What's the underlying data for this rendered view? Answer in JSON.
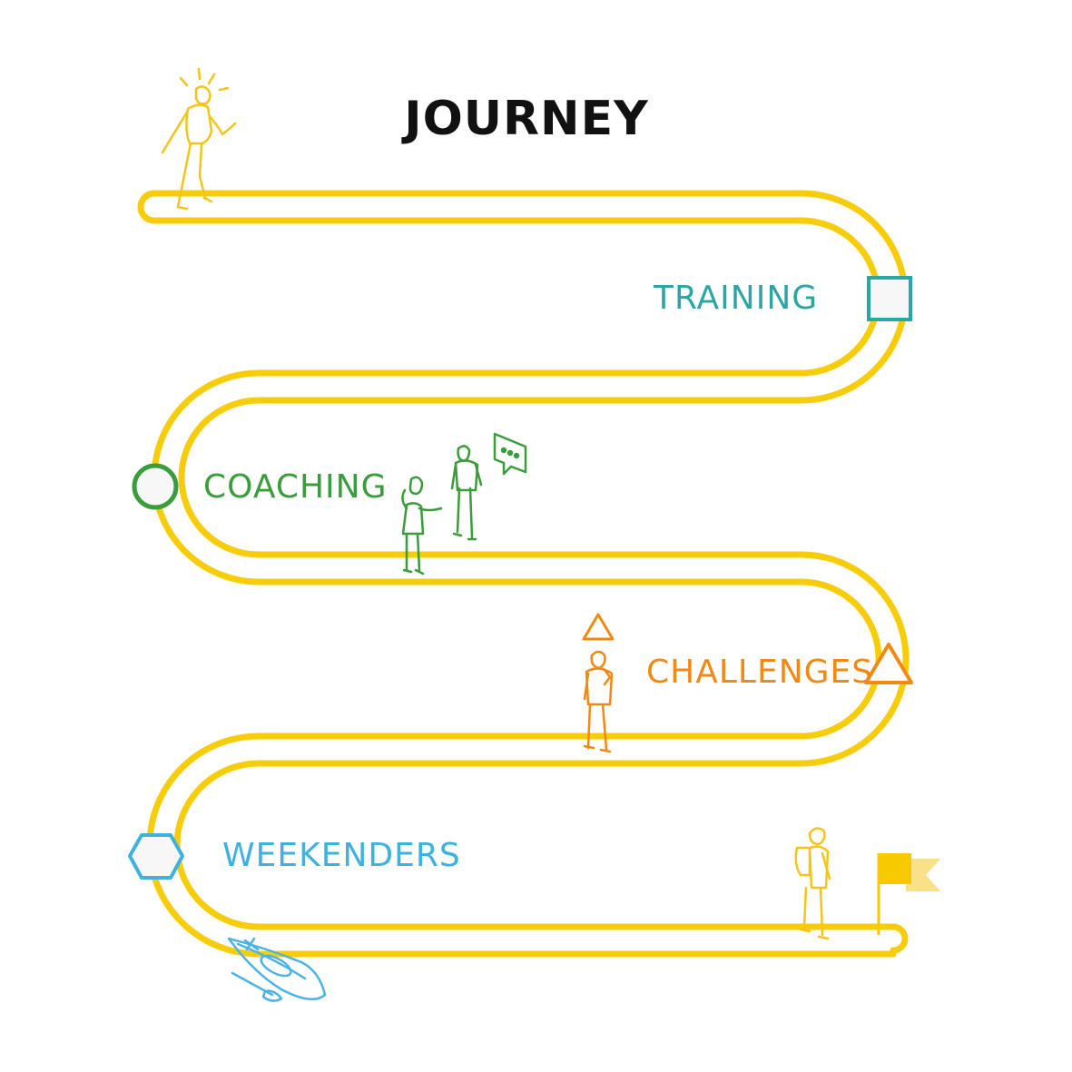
{
  "title": "Journey",
  "stages": [
    {
      "label": "Training",
      "marker": "square",
      "color": "#2aa7a5"
    },
    {
      "label": "Coaching",
      "marker": "circle",
      "color": "#3a9c3a"
    },
    {
      "label": "Challenges",
      "marker": "triangle",
      "color": "#ef8a14"
    },
    {
      "label": "Weekenders",
      "marker": "hexagon",
      "color": "#3fb1de"
    }
  ],
  "colors": {
    "road": "#f7cd0b",
    "start_figure": "#f3c51b",
    "finish_flag": "#f7c900",
    "kayak": "#4bb4e3",
    "title": "#111111"
  },
  "icons": [
    "walking-person-icon",
    "talking-people-icon",
    "speech-bubble-icon",
    "thinking-person-icon",
    "hiker-icon",
    "finish-flag-icon",
    "kayak-icon"
  ]
}
